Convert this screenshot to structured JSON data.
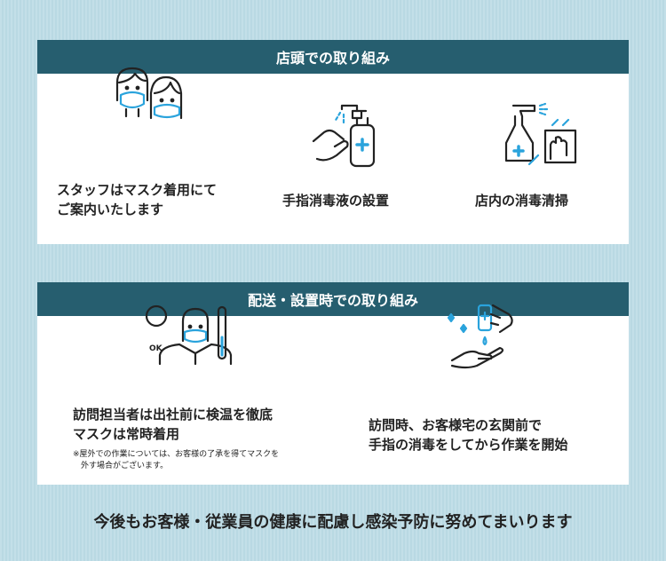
{
  "store_section": {
    "title": "店頭での取り組み",
    "items": [
      {
        "label_line1": "スタッフはマスク着用にて",
        "label_line2": "ご案内いたします",
        "icon": "masked-staff-icon"
      },
      {
        "label": "手指消毒液の設置",
        "icon": "hand-sanitizer-icon"
      },
      {
        "label": "店内の消毒清掃",
        "icon": "spray-cleaning-icon"
      }
    ]
  },
  "delivery_section": {
    "title": "配送・設置時での取り組み",
    "items": [
      {
        "label_line1": "訪問担当者は出社前に検温を徹底",
        "label_line2": "マスクは常時着用",
        "note": "※屋外での作業については、お客様の了承を得てマスクを\n　外す場合がございます。",
        "icon": "staff-thermometer-icon",
        "ok_badge": "OK"
      },
      {
        "label_line1": "訪問時、お客様宅の玄関前で",
        "label_line2": "手指の消毒をしてから作業を開始",
        "icon": "hand-disinfect-icon"
      }
    ]
  },
  "footer": "今後もお客様・従業員の健康に配慮し感染予防に努めてまいります"
}
